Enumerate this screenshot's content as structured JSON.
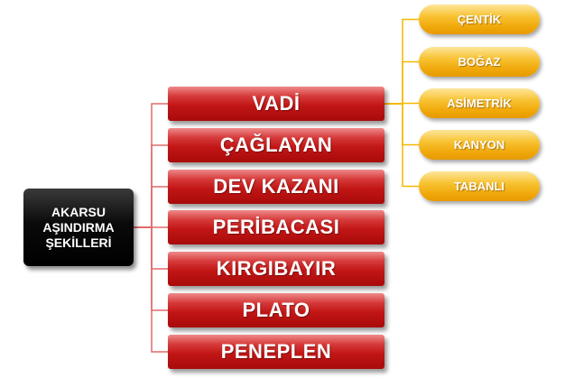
{
  "root": {
    "lines": [
      "AKARSU",
      "AŞINDIRMA",
      "ŞEKİLLERİ"
    ]
  },
  "main_items": [
    "VADİ",
    "ÇAĞLAYAN",
    "DEV KAZANI",
    "PERİBACASI",
    "KIRGIBAYIR",
    "PLATO",
    "PENEPLEN"
  ],
  "sub_items": [
    "ÇENTİK",
    "BOĞAZ",
    "ASİMETRİK",
    "KANYON",
    "TABANLI"
  ],
  "colors": {
    "main_box": "#c21616",
    "root_box": "#000000",
    "oval": "#f5b31c",
    "root_connector": "#e06a6a",
    "sub_connector": "#f5b800"
  }
}
